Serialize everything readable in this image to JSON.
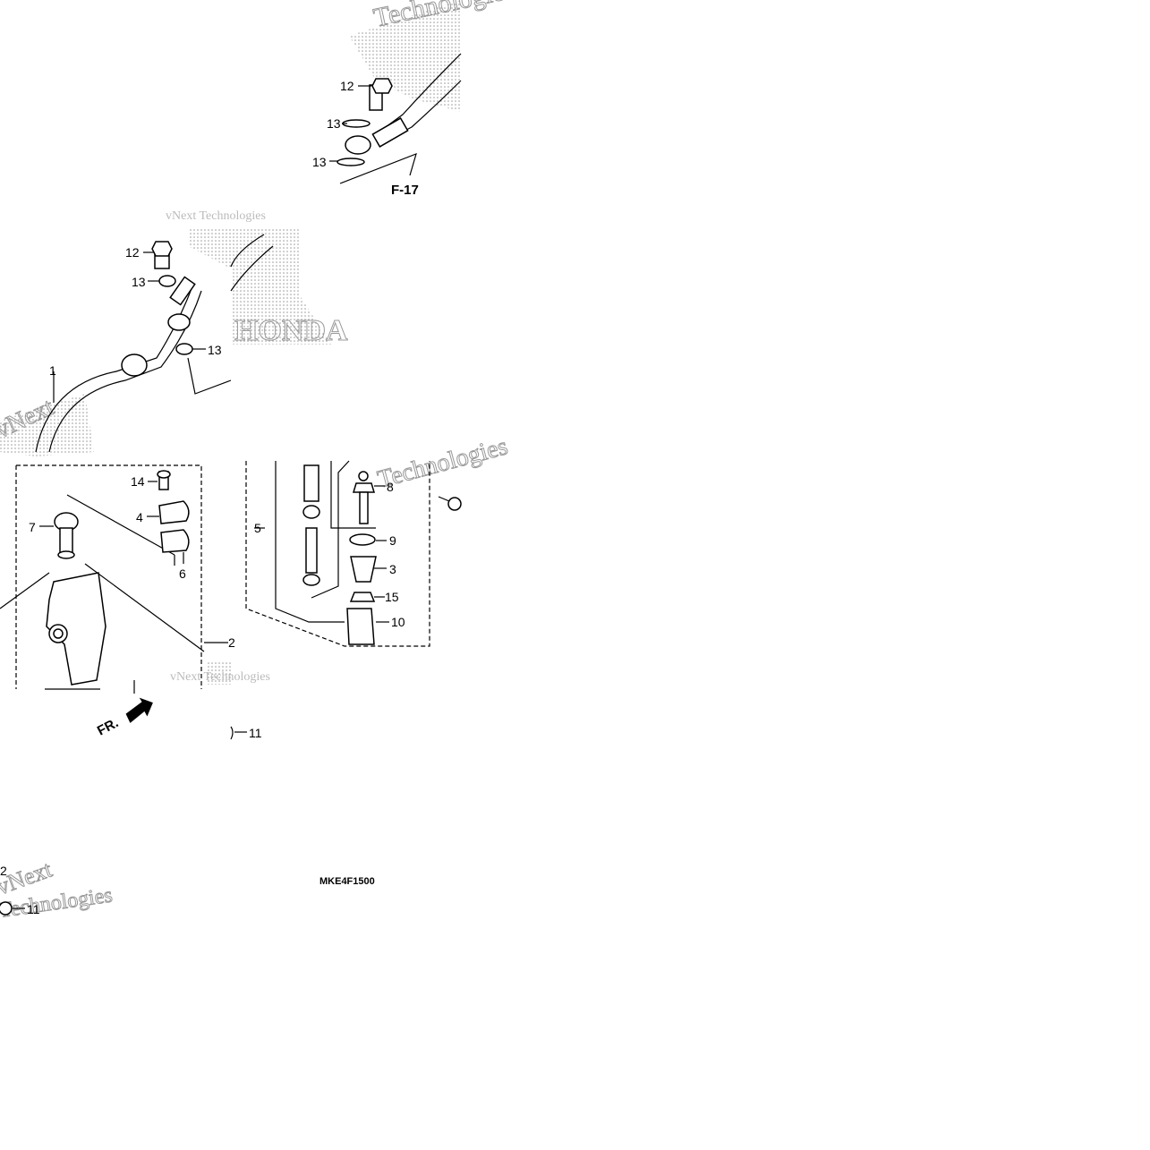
{
  "diagram": {
    "callouts": [
      {
        "id": "c12a",
        "text": "12"
      },
      {
        "id": "c13a",
        "text": "13"
      },
      {
        "id": "c13b",
        "text": "13"
      },
      {
        "id": "c12b",
        "text": "12"
      },
      {
        "id": "c13c",
        "text": "13"
      },
      {
        "id": "c13d",
        "text": "13"
      },
      {
        "id": "c1",
        "text": "1"
      },
      {
        "id": "c14",
        "text": "14"
      },
      {
        "id": "c4",
        "text": "4"
      },
      {
        "id": "c7",
        "text": "7"
      },
      {
        "id": "c6",
        "text": "6"
      },
      {
        "id": "c5",
        "text": "5"
      },
      {
        "id": "c8",
        "text": "8"
      },
      {
        "id": "c9",
        "text": "9"
      },
      {
        "id": "c3",
        "text": "3"
      },
      {
        "id": "c15",
        "text": "15"
      },
      {
        "id": "c10",
        "text": "10"
      },
      {
        "id": "c2a",
        "text": "2"
      },
      {
        "id": "c11a",
        "text": "11"
      },
      {
        "id": "c2b",
        "text": "2"
      },
      {
        "id": "c11b",
        "text": "11"
      }
    ],
    "reference": "F-17",
    "front_marker": "FR.",
    "diagram_code": "MKE4F1500",
    "watermarks": {
      "technologies": "Technologies",
      "vnext": "vNext",
      "vnext_tech": "vNext Technologies",
      "brand": "HONDA"
    }
  }
}
